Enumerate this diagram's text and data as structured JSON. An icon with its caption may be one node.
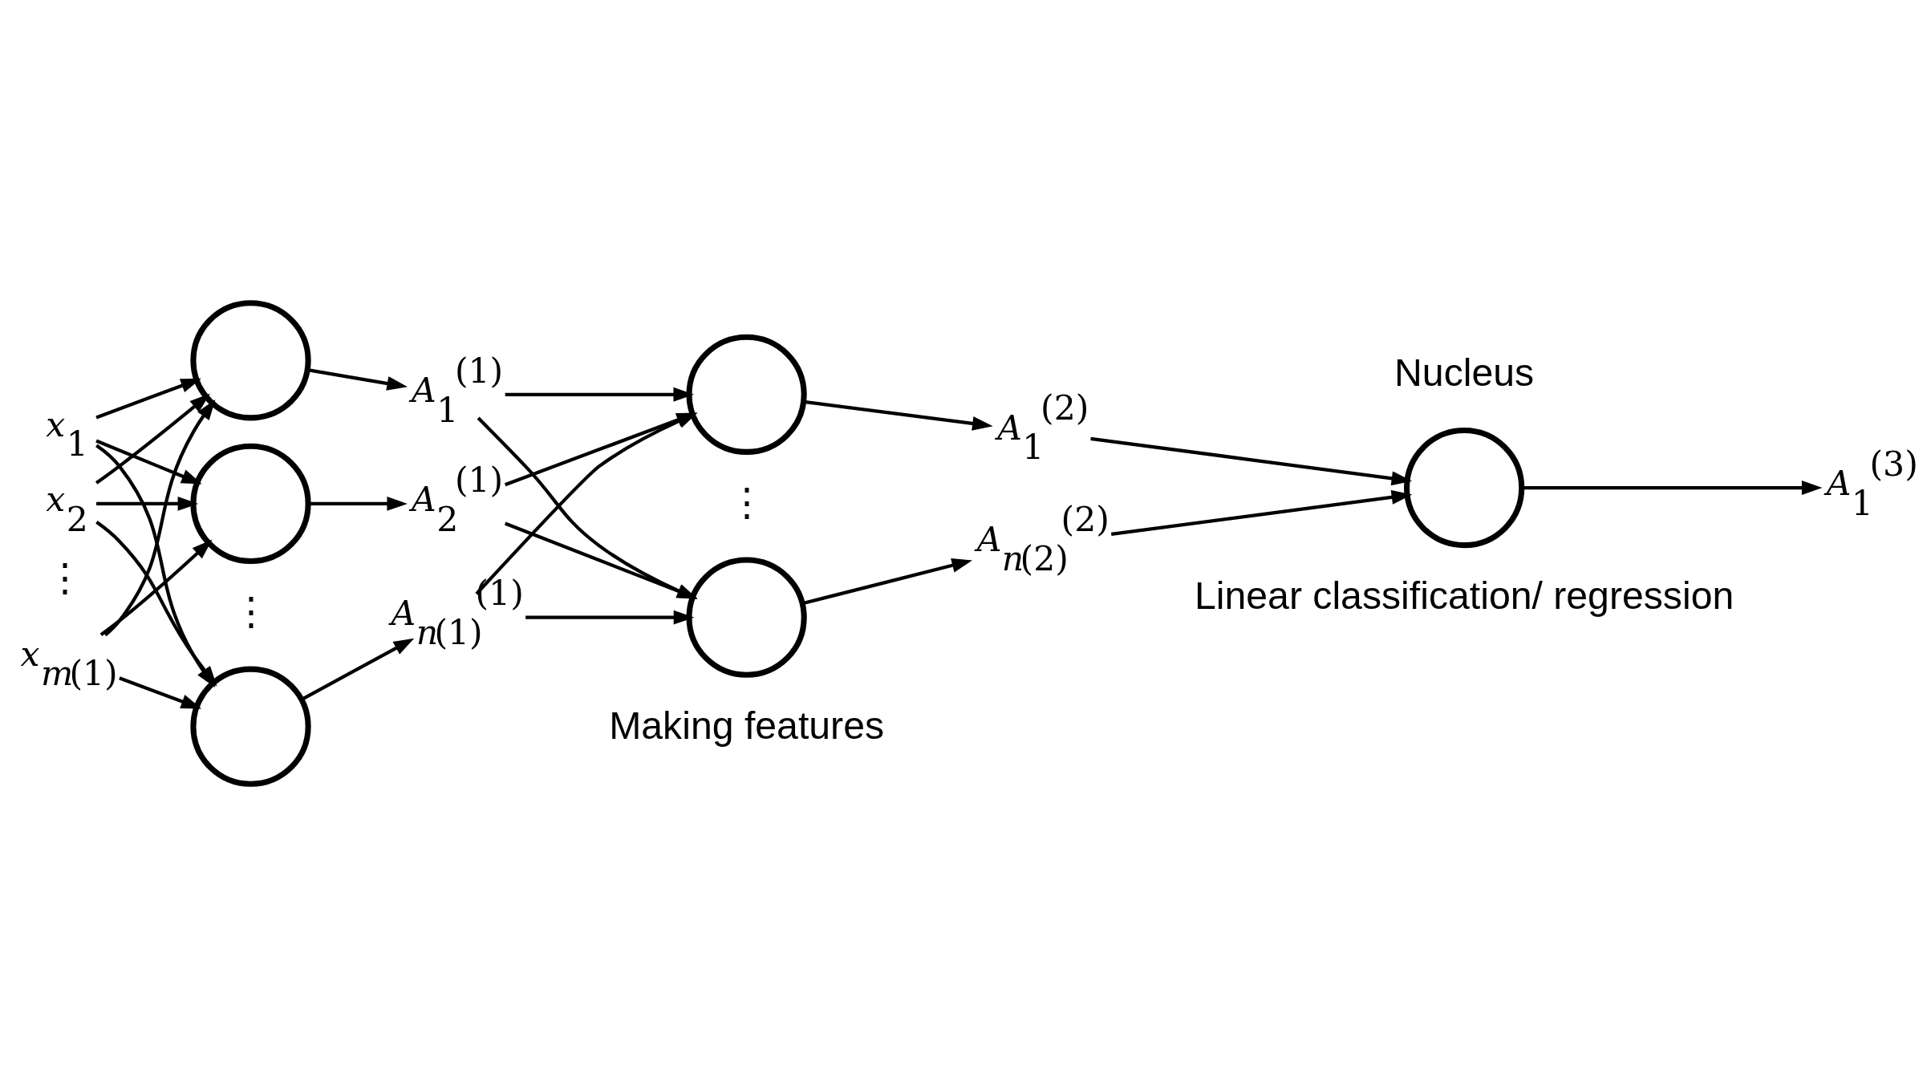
{
  "diagram": {
    "nodes": [
      {
        "text": [
          "x$_{1}$"
        ]
      },
      {
        "text": [
          "x$_{2}$"
        ]
      },
      {
        "text": [
          "x$_{m(1)}$"
        ]
      },
      {
        "text": [],
        "shape": "circle"
      },
      {
        "text": [],
        "shape": "circle"
      },
      {
        "text": [],
        "shape": "circle"
      },
      {
        "text": [
          "A$_{1}$$^{(1)}$"
        ]
      },
      {
        "text": [
          "A$_{2}$$^{(1)}$"
        ]
      },
      {
        "text": [
          "A$_{n(1)}$$^{(1)}$"
        ]
      },
      {
        "text": [],
        "shape": "circle"
      },
      {
        "text": [],
        "shape": "circle"
      },
      {
        "text": [
          "A$_{1}$$^{(2)}$"
        ]
      },
      {
        "text": [
          "A$_{n(2)}$$^{(2)}$"
        ]
      },
      {
        "text": [],
        "shape": "circle"
      },
      {
        "text": [
          "A$_{1}$$^{(3)}$"
        ]
      }
    ],
    "edges": [
      {
        "from": 0,
        "to": 3,
        "arrow": "to"
      },
      {
        "from": 0,
        "to": 4,
        "arrow": "to"
      },
      {
        "from": 0,
        "to": 5,
        "arrow": "to"
      },
      {
        "from": 1,
        "to": 3,
        "arrow": "to"
      },
      {
        "from": 1,
        "to": 4,
        "arrow": "to"
      },
      {
        "from": 1,
        "to": 5,
        "arrow": "to"
      },
      {
        "from": 2,
        "to": 3,
        "arrow": "to"
      },
      {
        "from": 2,
        "to": 4,
        "arrow": "to"
      },
      {
        "from": 2,
        "to": 5,
        "arrow": "to"
      },
      {
        "from": 3,
        "to": 6,
        "arrow": "to"
      },
      {
        "from": 4,
        "to": 7,
        "arrow": "to"
      },
      {
        "from": 5,
        "to": 8,
        "arrow": "to"
      },
      {
        "from": 6,
        "to": 9,
        "arrow": "to"
      },
      {
        "from": 6,
        "to": 10,
        "arrow": "to"
      },
      {
        "from": 7,
        "to": 9,
        "arrow": "to"
      },
      {
        "from": 7,
        "to": 10,
        "arrow": "to"
      },
      {
        "from": 8,
        "to": 9,
        "arrow": "to"
      },
      {
        "from": 8,
        "to": 10,
        "arrow": "to"
      },
      {
        "from": 9,
        "to": 11,
        "arrow": "to"
      },
      {
        "from": 10,
        "to": 12,
        "arrow": "to"
      },
      {
        "from": 11,
        "to": 13,
        "arrow": "to"
      },
      {
        "from": 12,
        "to": 13,
        "arrow": "to"
      },
      {
        "from": 13,
        "to": 14,
        "arrow": "to"
      }
    ],
    "labels": [
      "Nucleus",
      "⋮",
      "⋮",
      "⋮",
      "Making features",
      "Linear classification/ regression"
    ]
  }
}
